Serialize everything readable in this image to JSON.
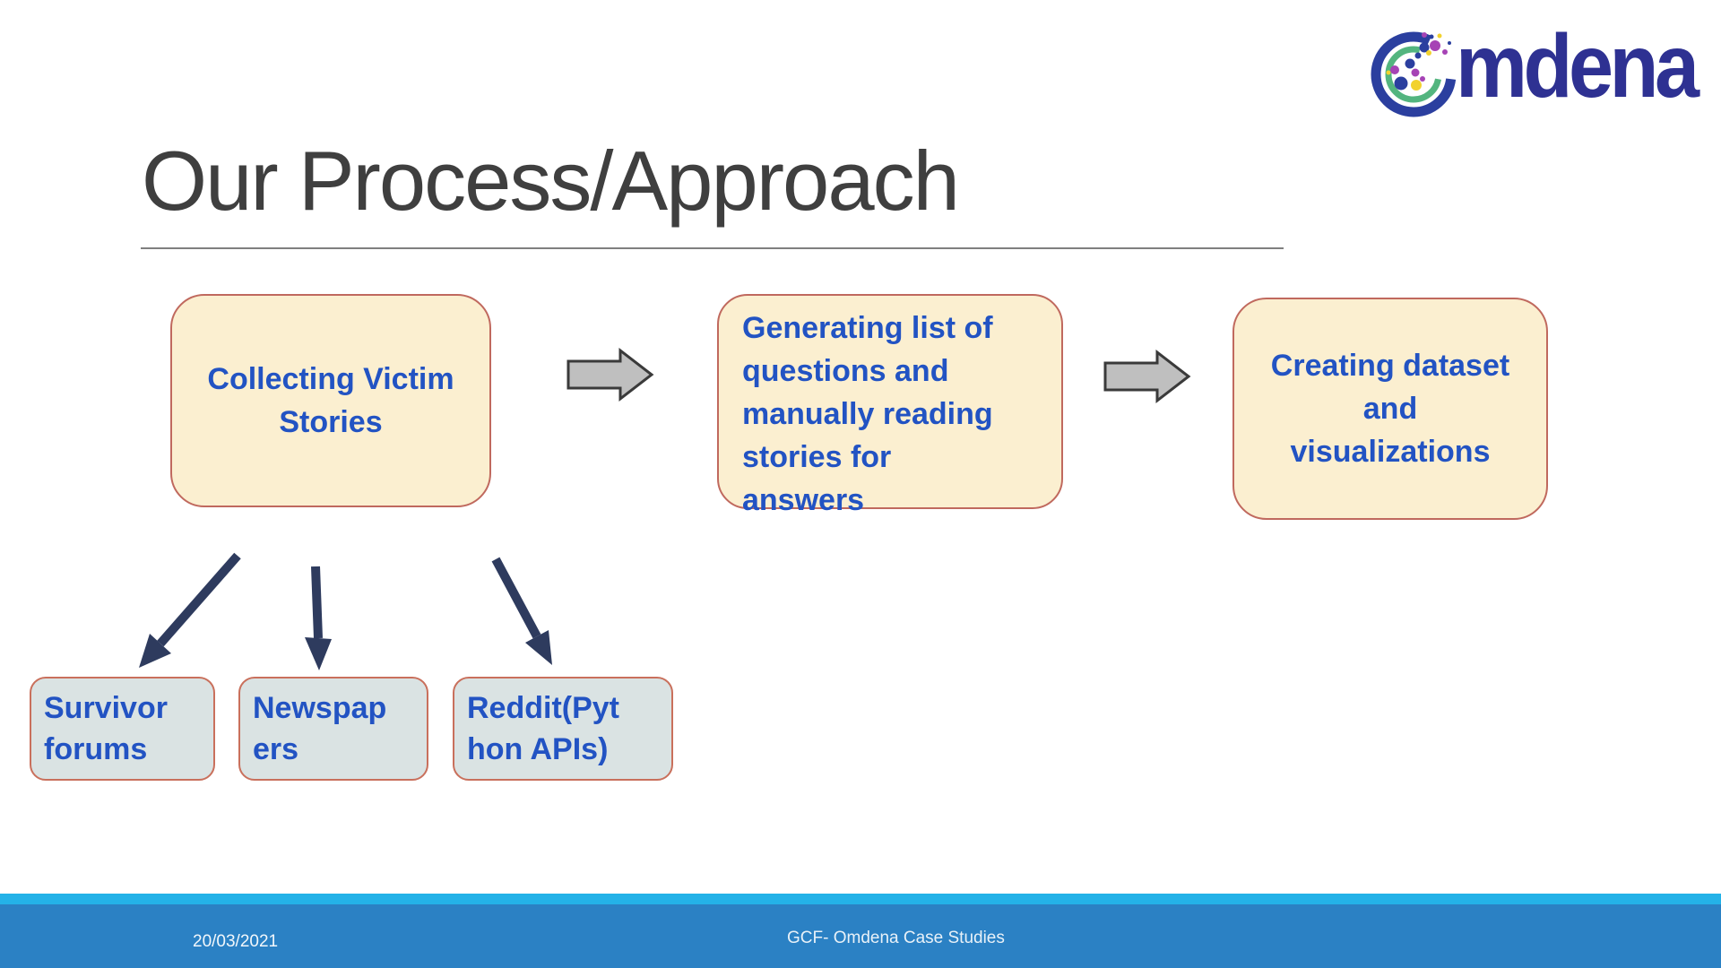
{
  "title": "Our Process/Approach",
  "logo": {
    "brand": "Omdena",
    "wordmark": "mdena"
  },
  "flow": {
    "steps": [
      {
        "lines": [
          "Collecting Victim",
          "Stories"
        ]
      },
      {
        "lines": [
          "Generating list of",
          "questions and",
          "manually reading",
          "stories for",
          "answers"
        ]
      },
      {
        "lines": [
          "Creating dataset",
          "and",
          "visualizations"
        ]
      }
    ]
  },
  "sources": [
    {
      "lines": [
        "Survivor",
        "forums"
      ]
    },
    {
      "lines": [
        "Newspap",
        "ers"
      ]
    },
    {
      "lines": [
        "Reddit(Pyt",
        "hon APIs)"
      ]
    }
  ],
  "footer": {
    "date": "20/03/2021",
    "label": "GCF- Omdena Case Studies"
  },
  "colors": {
    "accent_text_blue": "#2253C3",
    "box_fill_cream": "#FBEFD0",
    "box_border_red": "#C0695E",
    "source_box_fill": "#DAE3E3",
    "source_box_border": "#C9705C",
    "gray_arrow_fill": "#BFBFBF",
    "gray_arrow_stroke": "#3A3A3A",
    "navy_arrow": "#2E3B5E",
    "footer_band": "#2B81C4",
    "footer_stripe": "#24B2E8",
    "title_color": "#3F3F3F",
    "logo_blue": "#2B3F9F",
    "logo_green": "#53B57F",
    "logo_indigo": "#2E3192",
    "logo_purple": "#A643B5",
    "logo_yellow": "#F2D22E"
  }
}
